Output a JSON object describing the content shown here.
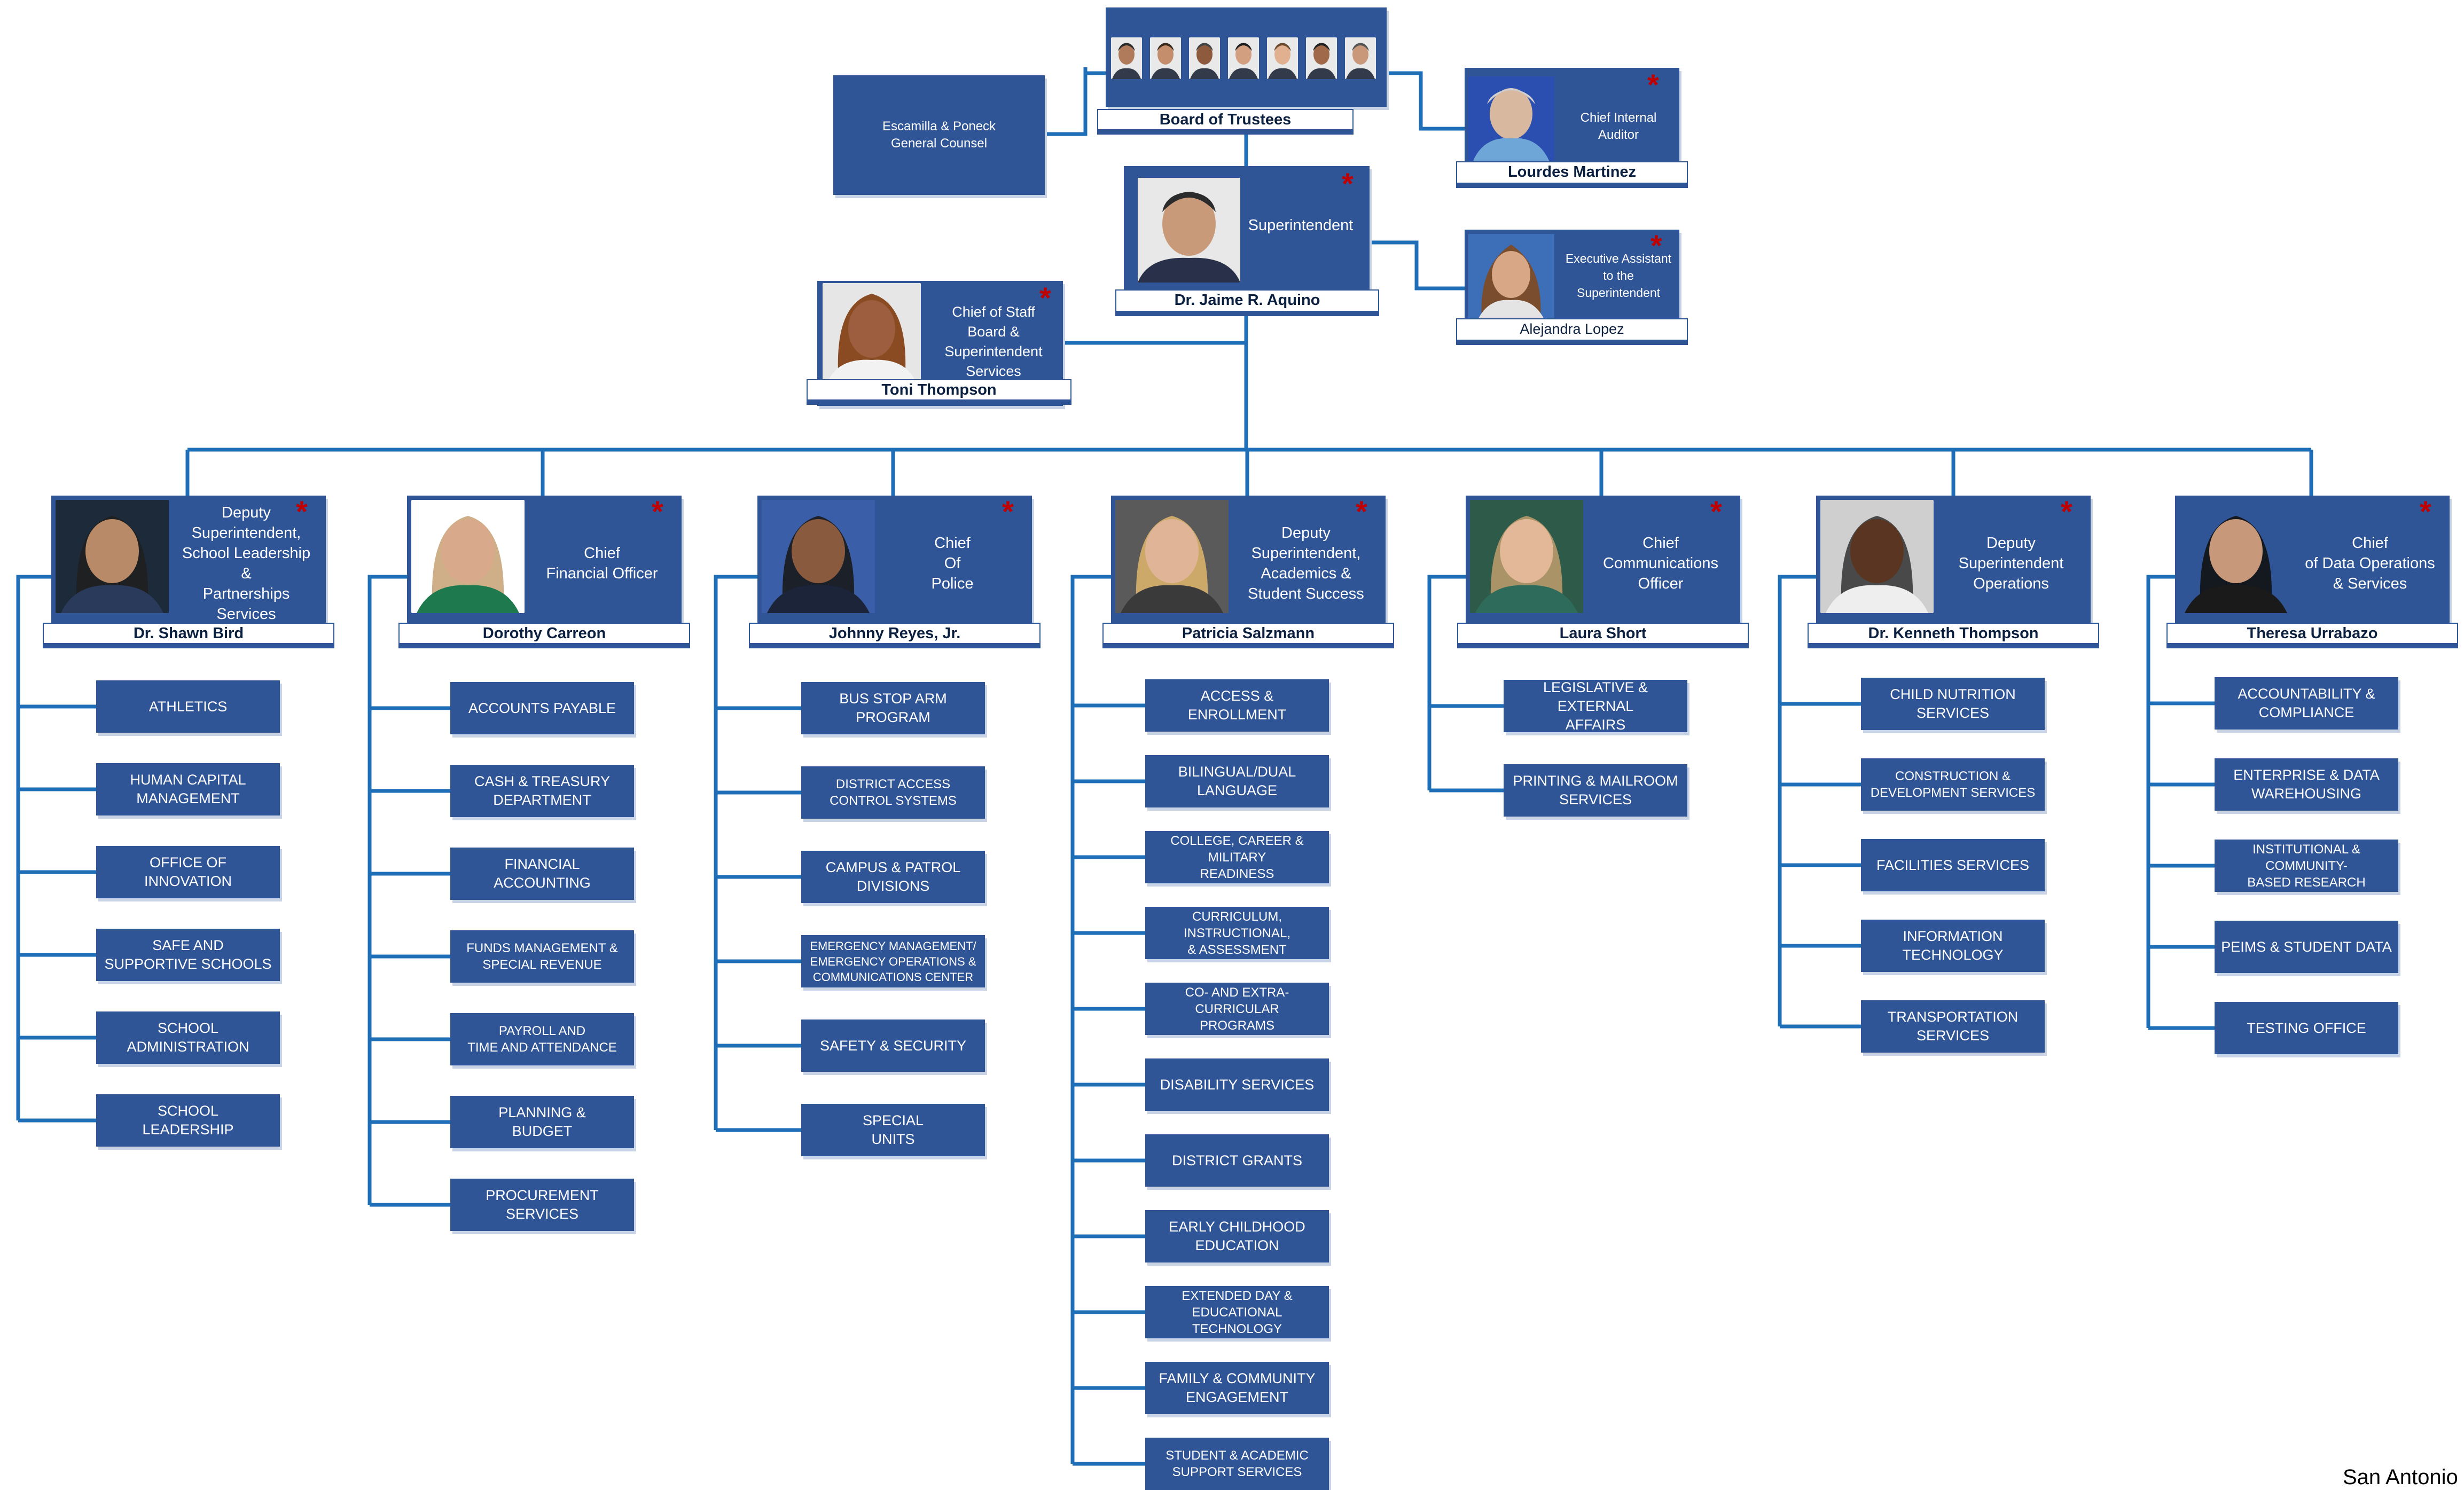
{
  "board": {
    "name": "Board of Trustees",
    "member_count": 7
  },
  "counsel": {
    "text": "Escamilla & Poneck\nGeneral Counsel"
  },
  "auditor": {
    "title": "Chief Internal\nAuditor",
    "name": "Lourdes Martinez"
  },
  "superintendent": {
    "title": "Superintendent",
    "name": "Dr. Jaime R. Aquino"
  },
  "exec_assistant": {
    "title": "Executive Assistant\nto the\nSuperintendent",
    "name": "Alejandra Lopez"
  },
  "chief_of_staff": {
    "title": "Chief of Staff\nBoard &\nSuperintendent\nServices",
    "name": "Toni Thompson"
  },
  "colors": {
    "box": "#2f5597",
    "line": "#1f6fb8",
    "star": "#c00000"
  },
  "columns": [
    {
      "title": "Deputy\nSuperintendent,\nSchool Leadership\n&\nPartnerships\nServices",
      "name": "Dr. Shawn Bird",
      "units": [
        "ATHLETICS",
        "HUMAN CAPITAL\nMANAGEMENT",
        "OFFICE OF\nINNOVATION",
        "SAFE AND\nSUPPORTIVE SCHOOLS",
        "SCHOOL\nADMINISTRATION",
        "SCHOOL\nLEADERSHIP"
      ]
    },
    {
      "title": "Chief\nFinancial Officer",
      "name": "Dorothy Carreon",
      "units": [
        "ACCOUNTS PAYABLE",
        "CASH & TREASURY\nDEPARTMENT",
        "FINANCIAL ACCOUNTING",
        "FUNDS MANAGEMENT &\nSPECIAL REVENUE",
        "PAYROLL AND\nTIME AND ATTENDANCE",
        "PLANNING &\nBUDGET",
        "PROCUREMENT\nSERVICES"
      ]
    },
    {
      "title": "Chief\nOf\nPolice",
      "name": "Johnny Reyes, Jr.",
      "units": [
        "BUS STOP ARM\nPROGRAM",
        "DISTRICT ACCESS\nCONTROL SYSTEMS",
        "CAMPUS & PATROL\nDIVISIONS",
        "EMERGENCY MANAGEMENT/\nEMERGENCY OPERATIONS &\nCOMMUNICATIONS CENTER",
        "SAFETY & SECURITY",
        "SPECIAL\nUNITS"
      ]
    },
    {
      "title": "Deputy\nSuperintendent,\nAcademics &\nStudent Success",
      "name": "Patricia Salzmann",
      "units": [
        "ACCESS & ENROLLMENT",
        "BILINGUAL/DUAL LANGUAGE",
        "COLLEGE, CAREER & MILITARY\nREADINESS",
        "CURRICULUM, INSTRUCTIONAL,\n& ASSESSMENT",
        "CO- AND EXTRA-CURRICULAR\nPROGRAMS",
        "DISABILITY SERVICES",
        "DISTRICT GRANTS",
        "EARLY CHILDHOOD\nEDUCATION",
        "EXTENDED DAY &\nEDUCATIONAL TECHNOLOGY",
        "FAMILY & COMMUNITY\nENGAGEMENT",
        "STUDENT & ACADEMIC\nSUPPORT SERVICES"
      ]
    },
    {
      "title": "Chief\nCommunications\nOfficer",
      "name": "Laura Short",
      "units": [
        "LEGISLATIVE & EXTERNAL\nAFFAIRS",
        "PRINTING & MAILROOM\nSERVICES"
      ]
    },
    {
      "title": "Deputy\nSuperintendent\nOperations",
      "name": "Dr. Kenneth Thompson",
      "units": [
        "CHILD NUTRITION SERVICES",
        "CONSTRUCTION &\nDEVELOPMENT SERVICES",
        "FACILITIES SERVICES",
        "INFORMATION\nTECHNOLOGY",
        "TRANSPORTATION\nSERVICES"
      ]
    },
    {
      "title": "Chief\nof Data Operations\n& Services",
      "name": "Theresa Urrabazo",
      "units": [
        "ACCOUNTABILITY &\nCOMPLIANCE",
        "ENTERPRISE & DATA\nWAREHOUSING",
        "INSTITUTIONAL & COMMUNITY-\nBASED RESEARCH",
        "PEIMS & STUDENT DATA",
        "TESTING OFFICE"
      ]
    }
  ],
  "footer": "San Antonio"
}
